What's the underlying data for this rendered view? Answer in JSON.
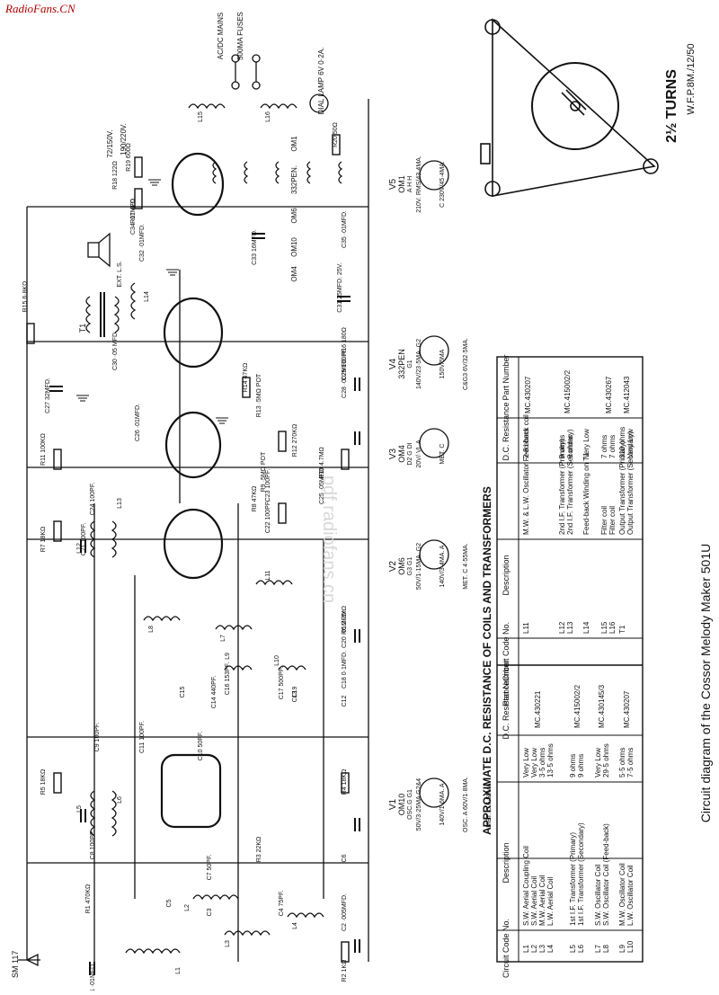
{
  "watermark": "RadioFans.CN",
  "caption": "Circuit diagram of the Cossor Melody Maker 501U",
  "sheet_code": "SM 117",
  "center_watermark": "pdf.radiofans.cn",
  "dial": {
    "turns_label": "2½ TURNS",
    "cord_spec": "W.F.P.8M./12/50"
  },
  "mains_labels": {
    "ac_dc_mains": "AC/DC MAINS",
    "fuses": "500MA FUSES",
    "dial_lamp": "DIAL LAMP 6V 0·2A.",
    "taps": [
      "72/150V.",
      "190/220V."
    ]
  },
  "valves": [
    {
      "id": "V1",
      "type": "OM10",
      "pins": "OSC.G G1",
      "data": [
        "50V/3·25MA G2&4",
        "140V/1·6MA. A",
        "OSC. A 60V/1·8MA.",
        "MET. C 6·55MA."
      ]
    },
    {
      "id": "V2",
      "type": "OM6",
      "pins": "G3 G1",
      "data": [
        "50V/1·15MA. G2",
        "140V/3·4MA. A",
        "MET. C 4·55MA."
      ]
    },
    {
      "id": "V3",
      "type": "OM4",
      "pins": "D2 G DI",
      "data": [
        "20V/·VL A",
        "MET. C"
      ]
    },
    {
      "id": "V4",
      "type": "332PEN",
      "pins": "G1",
      "data": [
        "140V/23·5MA. G2",
        "150V/5MA",
        "C&G3 6V/32·5MA."
      ]
    },
    {
      "id": "V5",
      "type": "OM1",
      "pins": "A H H",
      "data": [
        "210V. RMS/43·4MA.",
        "C 230V/45·4MA."
      ]
    }
  ],
  "heater_chain": [
    "OM1",
    "332PEN.",
    "OM6",
    "OM10",
    "OM4"
  ],
  "components": {
    "resistors": [
      "R1 470KΩ",
      "R2 1KΩ",
      "R3 22KΩ",
      "R4 18KΩ",
      "R5 18KΩ",
      "R6 2·2MΩ",
      "R7 18KΩ",
      "R8 47KΩ",
      "R9 ·5MΩ POT",
      "R10 4.7MΩ",
      "R11 100KΩ",
      "R12 270KΩ",
      "R13 ·5MΩ POT",
      "R14 47KΩ",
      "R15 6·8KΩ",
      "R16 180Ω",
      "R17 47Ω",
      "R18 122Ω",
      "R19 600Ω",
      "R20 50Ω"
    ],
    "capacitors": [
      "C1 ·01MFD.",
      "C2 ·005MFD.",
      "C3",
      "C4 75PF.",
      "C5",
      "C6",
      "C7 50PF.",
      "C8 100PF.",
      "C9 100PF.",
      "C10 50PF.",
      "C11 100PF.",
      "C12",
      "C13",
      "C14 440PF.",
      "C15",
      "C16 153PF.",
      "C17 500PF.",
      "C18 0·1MFD.",
      "C19",
      "C20 ·01MFD.",
      "C21 100PF.",
      "C22 100PF.",
      "C23 100PF.",
      "C24 100PF.",
      "C25 ·05MFD.",
      "C26 ·01MFD.",
      "C27 32MFD.",
      "C28 ·002MFD.",
      "C29 100PF.",
      "C30 ·05 MFD.",
      "C31 25MFD. 25V.",
      "C32 ·01MFD.",
      "C33 16MFD.",
      "C34 ·01MFD.",
      "C35 ·01MFD."
    ],
    "coils": [
      "L1",
      "L2",
      "L3",
      "L4",
      "L5",
      "L6",
      "L7",
      "L8",
      "L9",
      "L10",
      "L11",
      "L12",
      "L13",
      "L14",
      "L15",
      "L16"
    ],
    "transformer": "T1",
    "speaker": "EXT. L.S."
  },
  "table": {
    "title": "APPROXIMATE D.C. RESISTANCE OF COILS AND TRANSFORMERS",
    "headers": [
      "Circuit Code No.",
      "Description",
      "D.C. Resistance",
      "Part Number"
    ],
    "left_rows": [
      {
        "code": "L1",
        "desc": "S.W. Aerial Coupling Coil",
        "res": "Very Low"
      },
      {
        "code": "L2",
        "desc": "S.W. Aerial Coil",
        "res": "Very Low"
      },
      {
        "code": "L3",
        "desc": "M.W. Aerial Coil",
        "res": "3·5 ohms"
      },
      {
        "code": "L4",
        "desc": "L.W. Aerial Coil",
        "res": "13·5 ohms"
      },
      {
        "code": "L5",
        "desc": "1st I.F. Transformer (Primary)",
        "res": "9 ohms"
      },
      {
        "code": "L6",
        "desc": "1st I.F. Transformer (Secondary)",
        "res": "9 ohms"
      },
      {
        "code": "L7",
        "desc": "S.W. Oscillator Coil",
        "res": "Very Low"
      },
      {
        "code": "L8",
        "desc": "S.W. Oscillator Coil (Feed-back)",
        "res": "29·5 ohms"
      },
      {
        "code": "L9",
        "desc": "M.W. Oscillator Coil",
        "res": "5·5 ohms"
      },
      {
        "code": "L10",
        "desc": "L.W. Oscillator Coil",
        "res": "7·5 ohms"
      }
    ],
    "left_parts": [
      "MC.430221",
      "MC.415002/2",
      "MC.430145/3",
      "MC.430207"
    ],
    "right_rows": [
      {
        "code": "L11",
        "desc": "M.W. & L.W. Oscillator Feed-back coil",
        "res": "2·8 ohms"
      },
      {
        "code": "L12",
        "desc": "2nd I.F. Transformer (Primary)",
        "res": "9 ohms"
      },
      {
        "code": "L13",
        "desc": "2nd I.F. Transformer (Secondary)",
        "res": "9 ohms"
      },
      {
        "code": "L14",
        "desc": "Feed-back Winding on T1",
        "res": "Very Low"
      },
      {
        "code": "L15",
        "desc": "Filter coil",
        "res": "7 ohms"
      },
      {
        "code": "L16",
        "desc": "Filter coil",
        "res": "7 ohms"
      },
      {
        "code": "T1",
        "desc": "Output Transformer (Primary)",
        "res": "310 ohms"
      },
      {
        "code": "",
        "desc": "Output Transformer (Secondary)",
        "res": "Very Low"
      }
    ],
    "right_parts": [
      "MC.430207",
      "MC.415002/2",
      "MC.430267",
      "MC.412043"
    ]
  }
}
